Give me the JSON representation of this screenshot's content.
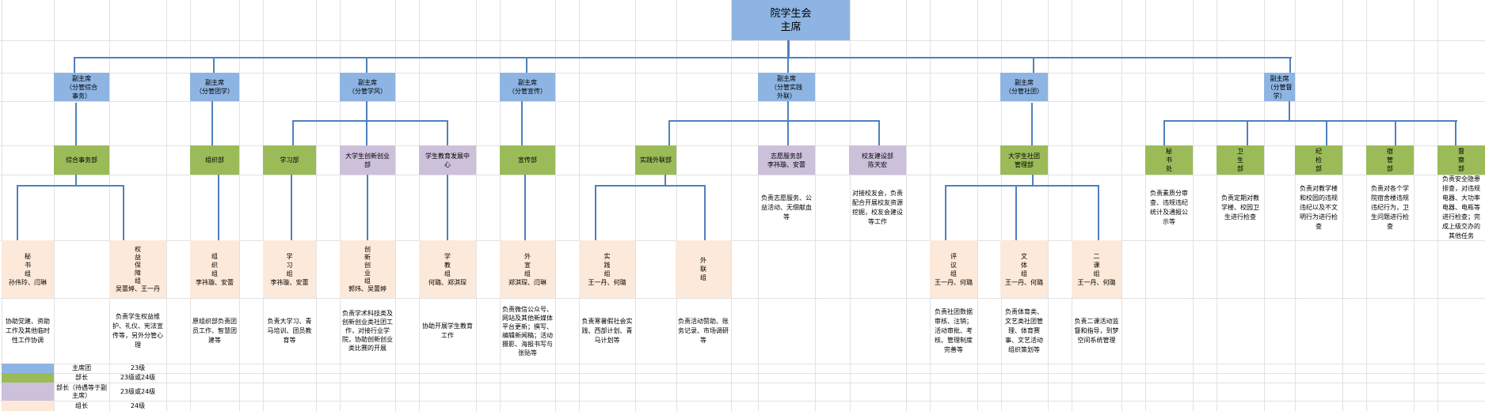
{
  "president": {
    "label": "院学生会\n主席"
  },
  "vice_presidents": [
    {
      "label": "副主席\n（分管综合\n事务）"
    },
    {
      "label": "副主席\n（分管团学）"
    },
    {
      "label": "副主席\n（分管学风）"
    },
    {
      "label": "副主席\n（分管宣传）"
    },
    {
      "label": "副主席\n（分管实践\n外联）"
    },
    {
      "label": "副主席\n（分管社团）"
    },
    {
      "label": "副主席\n（分管督\n学）"
    }
  ],
  "departments": [
    {
      "label": "综合事务部"
    },
    {
      "label": "组织部"
    },
    {
      "label": "学习部"
    },
    {
      "label": "大学生创新创业\n部"
    },
    {
      "label": "学生教育发展中\n心"
    },
    {
      "label": "宣传部"
    },
    {
      "label": "实践外联部"
    },
    {
      "label": "志愿服务部\n李祎璇、安蕾"
    },
    {
      "label": "校友建设部\n陈天宏"
    },
    {
      "label": "大学生社团\n管理部"
    },
    {
      "label": "秘\n书\n处"
    },
    {
      "label": "卫\n生\n部"
    },
    {
      "label": "纪\n检\n部"
    },
    {
      "label": "宿\n管\n部"
    },
    {
      "label": "督\n察\n部"
    }
  ],
  "department_descriptions": {
    "volunteer": "负责志愿服务、公益活动、无偿献血等",
    "alumni": "对接校友会，负责配合开展校友资源挖掘，校友会建设等工作",
    "secretariat": "负责素质分审查、违规违纪统计及通报公示等",
    "health": "负责定期对教学楼、校园卫生进行检查",
    "discipline": "负责对教学楼和校园的违规违纪以及不文明行为进行检查",
    "dorm": "负责对各个学院宿舍楼违规违纪行为，卫生问题进行检查",
    "inspection": "负责安全隐患排查，对违规电器、大功率电器、电瓶等进行检查；完成上级交办的其他任务"
  },
  "groups": [
    {
      "label": "秘\n书\n组\n孙伟玲、闫琳",
      "desc": "协助党建、资助工作及其他临时性工作协调"
    },
    {
      "label": "权\n益\n保\n障\n组\n吴蕾婷、王一丹",
      "desc": "负责学生权益维护、礼仪、宪法宣传等，另外分管心理"
    },
    {
      "label": "组\n织\n组\n李祎璇、安蕾",
      "desc": "原组织部负责团员工作、智慧团建等"
    },
    {
      "label": "学\n习\n组\n李祎璇、安蕾",
      "desc": "负责大学习、青马培训、团员教育等"
    },
    {
      "label": "创\n新\n创\n业\n组\n郭炜、吴蕾婷",
      "desc": "负责学术科技类及创新创业类社团工作，对接行业学院，协助创新创业类比赛的开展"
    },
    {
      "label": "学\n教\n组\n何璐、郑淇琛",
      "desc": "协助开展学生教育工作"
    },
    {
      "label": "外\n宣\n组\n郑淇琛、闫琳",
      "desc": "负责微信公众号、网站及其他新媒体平台更新；撰写、编辑新闻稿；活动摄影、海报书写与张贴等"
    },
    {
      "label": "实\n践\n组\n王一丹、何璐",
      "desc": "负责寒暑假社会实践、西部计划、青马计划等"
    },
    {
      "label": "外\n联\n组",
      "desc": "负责活动赞助、账务记录、市场调研等"
    },
    {
      "label": "评\n议\n组\n王一丹、何璐",
      "desc": "负责社团数据审核、注销；活动审批、考核、管理制度完善等"
    },
    {
      "label": "文\n体\n组\n王一丹、何璐",
      "desc": "负责体育类、文艺类社团管理、体育赛事、文艺活动组织策划等"
    },
    {
      "label": "二\n课\n组\n王一丹、何璐",
      "desc": "负责二课活动监督和指导，到梦空间系统管理"
    }
  ],
  "legend": [
    {
      "role": "主席团",
      "grade": "23级",
      "color": "#8eb4e3"
    },
    {
      "role": "部长",
      "grade": "23级或24级",
      "color": "#9bbb59"
    },
    {
      "role": "部长（待遇等于副主席）",
      "grade": "23级或24级",
      "color": "#ccc0da"
    },
    {
      "role": "组长",
      "grade": "24级",
      "color": "#fde9d9"
    }
  ]
}
